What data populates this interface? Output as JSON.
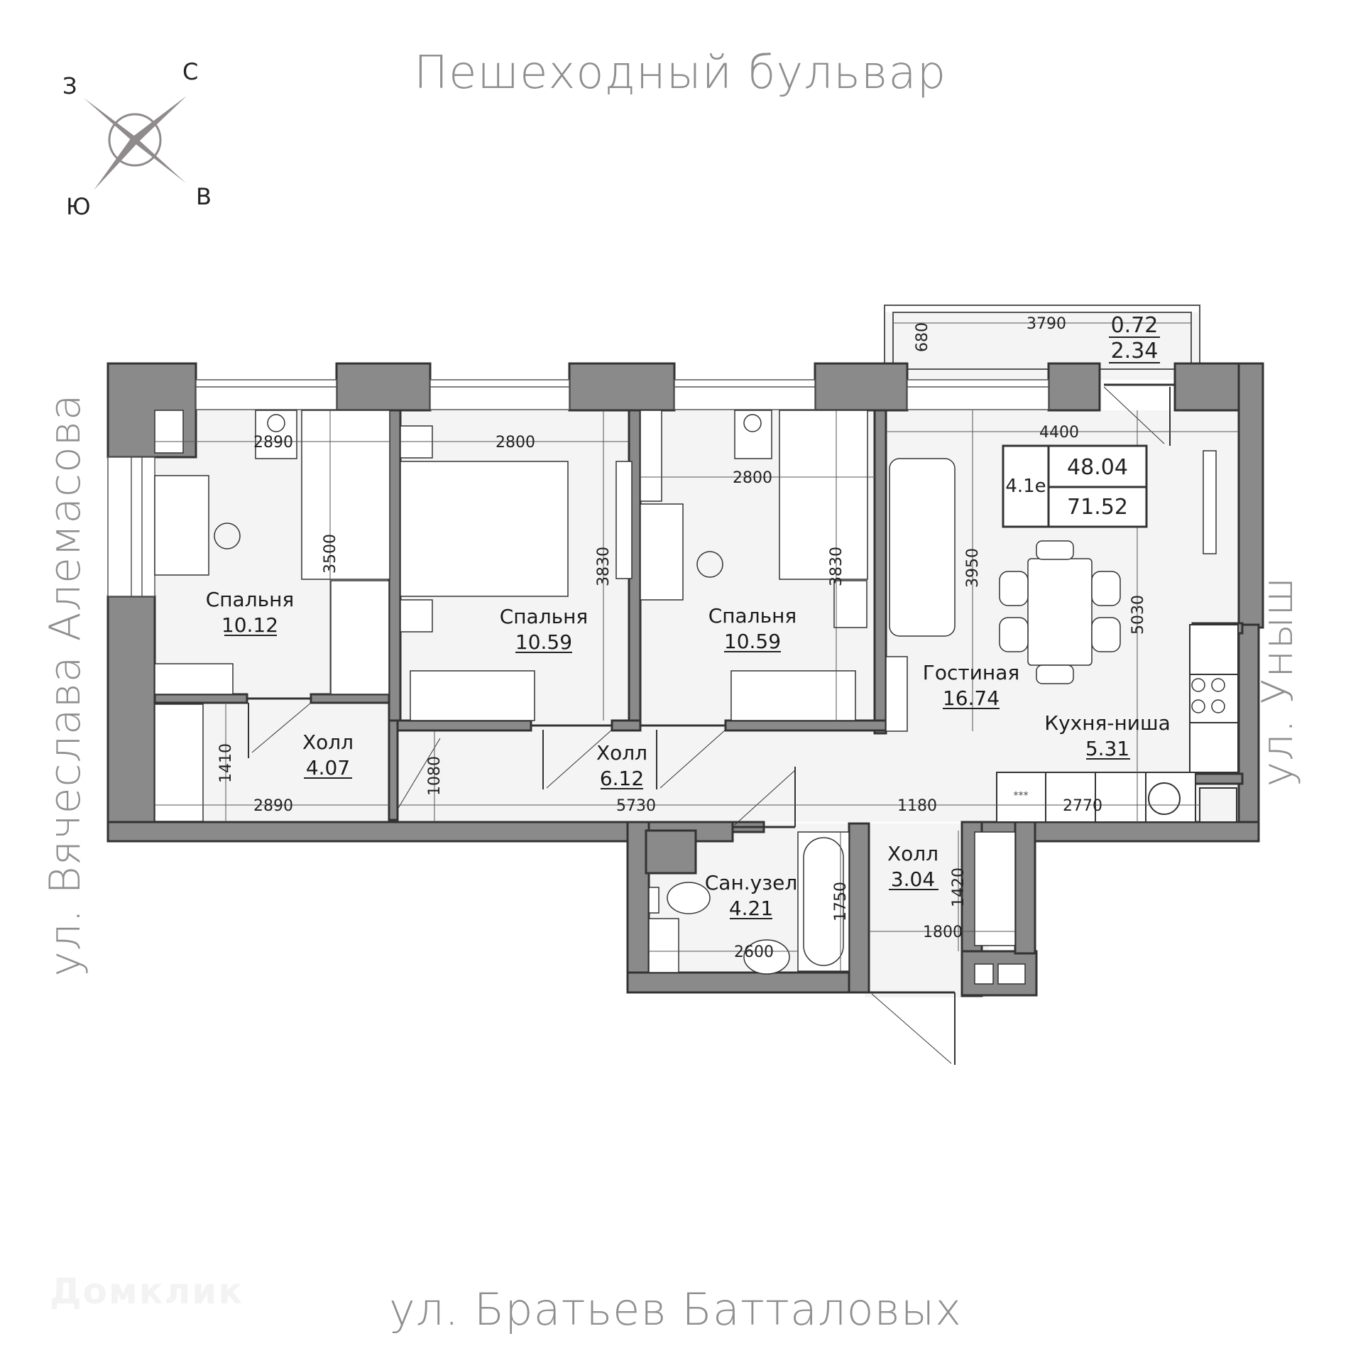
{
  "compass": {
    "north": "С",
    "south": "Ю",
    "west": "З",
    "east": "В"
  },
  "streets": {
    "top": "Пешеходный бульвар",
    "bottom": "ул. Братьев Батталовых",
    "left": "ул. Вячеслава Алемасова",
    "right": "ул. Уныш"
  },
  "watermark": "Домклик",
  "summary": {
    "type": "4.1е",
    "living_area": "48.04",
    "total_area": "71.52"
  },
  "balcony": {
    "area_reduced": "0.72",
    "area_full": "2.34",
    "width": "3790",
    "depth": "680"
  },
  "rooms": [
    {
      "name": "Спальня",
      "area": "10.12"
    },
    {
      "name": "Спальня",
      "area": "10.59"
    },
    {
      "name": "Спальня",
      "area": "10.59"
    },
    {
      "name": "Гостиная",
      "area": "16.74"
    },
    {
      "name": "Кухня-ниша",
      "area": "5.31"
    },
    {
      "name": "Холл",
      "area": "4.07"
    },
    {
      "name": "Холл",
      "area": "6.12"
    },
    {
      "name": "Холл",
      "area": "3.04"
    },
    {
      "name": "Сан.узел",
      "area": "4.21"
    }
  ],
  "dimensions": {
    "bed1_width": "2890",
    "bed1_length": "3500",
    "bed2_width": "2800",
    "bed2_length": "3830",
    "bed3_width": "2800",
    "bed3_length": "3830",
    "living_width": "4400",
    "living_length": "3950",
    "kitchen_length": "5030",
    "hall1_height": "1410",
    "hall1_width": "2890",
    "hall2_height": "1080",
    "corridor_length": "5730",
    "corridor_segment": "1180",
    "kitchen_width": "2770",
    "bath_length": "1750",
    "bath_width": "2600",
    "hall3_height": "1420",
    "hall3_width": "1800"
  },
  "colors": {
    "wall": "#8a8a8a",
    "floor": "#f4f4f4",
    "street_text": "#8f8f8f",
    "line": "#333333"
  },
  "misc": {
    "oven_mark": "***"
  }
}
